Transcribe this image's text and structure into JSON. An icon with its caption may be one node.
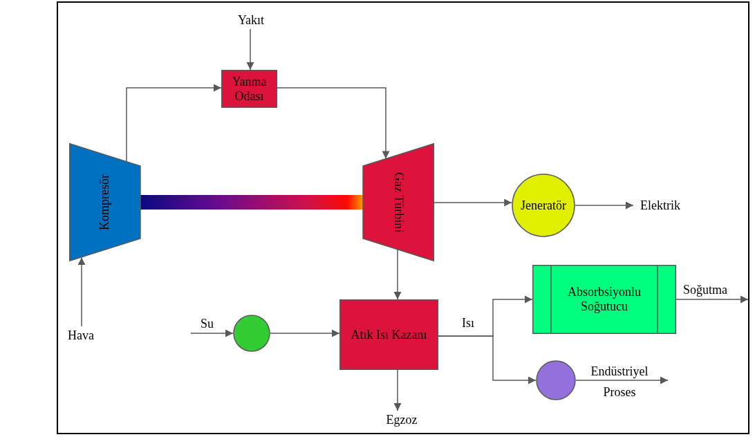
{
  "diagram": {
    "nodes": [
      {
        "text": [
          "Yakıt"
        ]
      },
      {
        "text": [
          "Yanma Odası"
        ]
      },
      {
        "text": [
          "Kompresör"
        ]
      },
      {
        "text": [
          "Gaz Türbini"
        ]
      },
      {
        "text": [
          "Jeneratör"
        ]
      },
      {
        "text": [
          "Elektrik"
        ]
      },
      {
        "text": [
          "Absorbsiyonlu Soğutucu"
        ]
      },
      {
        "text": [
          "Hava"
        ]
      },
      {
        "text": [],
        "shape": "circle"
      },
      {
        "text": [
          "Atık Isı Kazanı"
        ]
      },
      {
        "text": [],
        "shape": "circle"
      },
      {
        "text": [
          "Egzoz"
        ]
      }
    ],
    "edges": [
      {
        "from": 0,
        "to": 1,
        "arrow": "to"
      },
      {
        "from": 2,
        "to": 1,
        "arrow": "to"
      },
      {
        "from": 1,
        "to": 3,
        "arrow": "to"
      },
      {
        "from": 2,
        "to": 3,
        "arrow": "none",
        "style": "thick"
      },
      {
        "from": 3,
        "to": 4,
        "arrow": "to"
      },
      {
        "from": 4,
        "to": 5,
        "arrow": "to"
      },
      {
        "from": 7,
        "to": 2,
        "arrow": "to"
      },
      {
        "from": 3,
        "to": 9,
        "arrow": "to"
      },
      {
        "from": null,
        "to": 8,
        "arrow": "to",
        "label": "Su"
      },
      {
        "from": 8,
        "to": 9,
        "arrow": "to"
      },
      {
        "from": 9,
        "to": 11,
        "arrow": "to"
      },
      {
        "from": 9,
        "to": 6,
        "arrow": "to",
        "label": "Isı"
      },
      {
        "from": 9,
        "to": 10,
        "arrow": "to"
      },
      {
        "from": 6,
        "to": null,
        "arrow": "to",
        "label": "Soğutma"
      },
      {
        "from": 10,
        "to": null,
        "arrow": "to",
        "label": "Endüstriyel Proses"
      }
    ]
  }
}
